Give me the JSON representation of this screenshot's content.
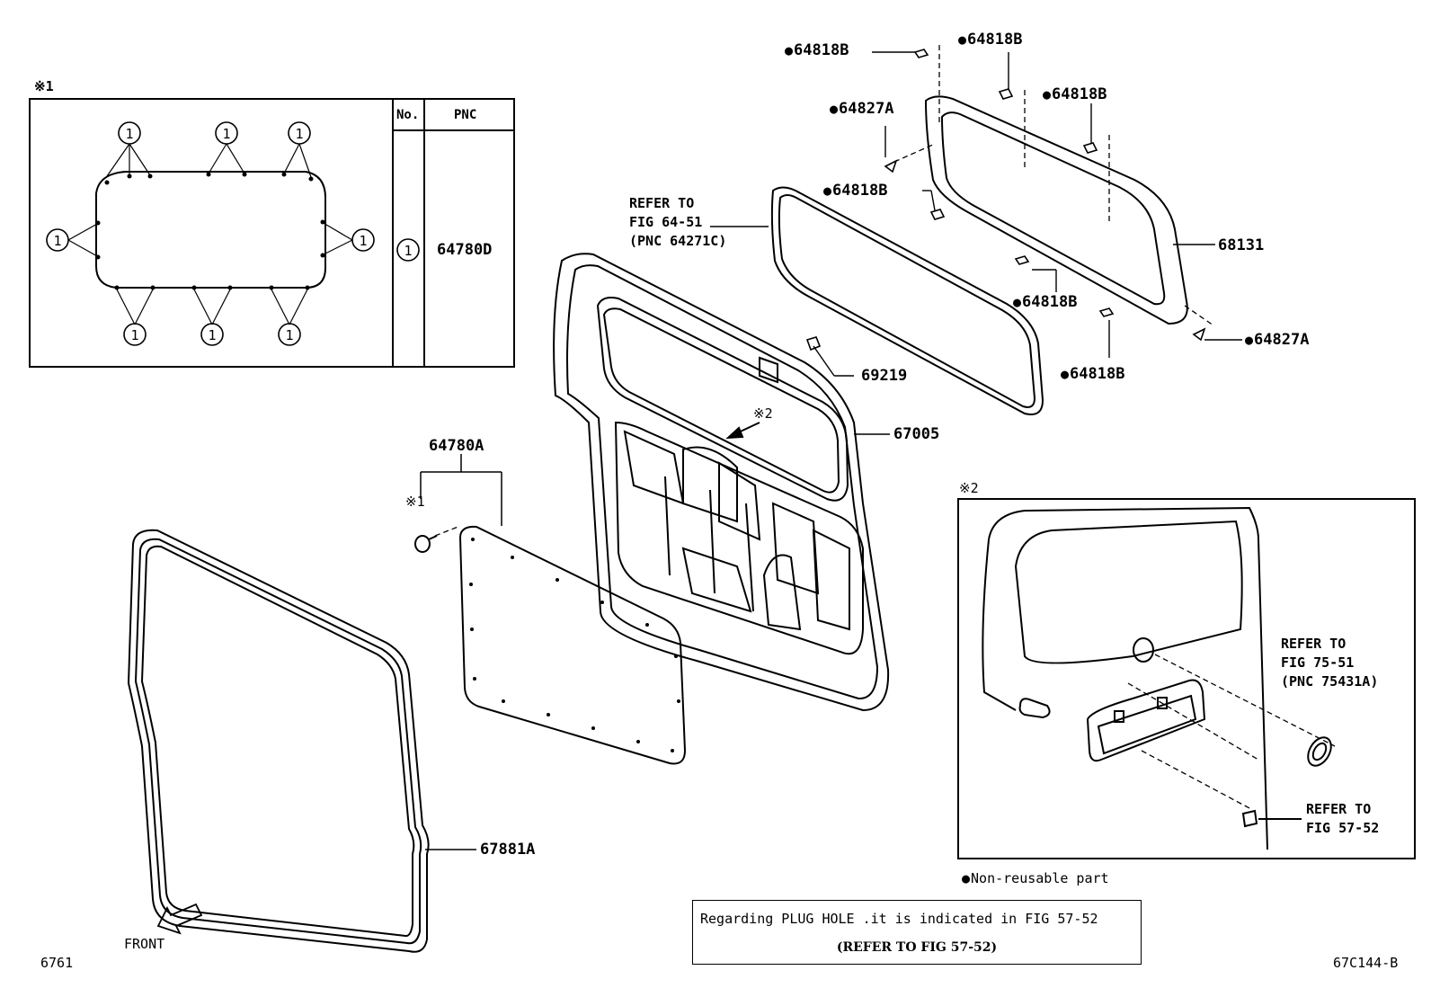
{
  "inset1": {
    "mark": "※1",
    "table": {
      "col_no": "No.",
      "col_pnc": "PNC",
      "row_no": "①",
      "row_pnc": "64780D"
    },
    "callout": "①"
  },
  "inset2": {
    "mark": "※2"
  },
  "parts": {
    "p64818B_a": "64818B",
    "p64818B_b": "64818B",
    "p64818B_c": "64818B",
    "p64818B_d": "64818B",
    "p64818B_e": "64818B",
    "p64818B_f": "64818B",
    "p64827A_a": "64827A",
    "p64827A_b": "64827A",
    "p68131": "68131",
    "p69219": "69219",
    "p67005": "67005",
    "p64780A": "64780A",
    "p67881A": "67881A"
  },
  "refs": {
    "glass": {
      "l1": "REFER TO",
      "l2": "FIG 64-51",
      "l3": "(PNC 64271C)"
    },
    "emblem": {
      "l1": "REFER TO",
      "l2": "FIG 75-51",
      "l3": "(PNC 75431A)"
    },
    "plug": {
      "l1": "REFER TO",
      "l2": "FIG 57-52"
    }
  },
  "marks": {
    "m1_left": "※1",
    "m2_door": "※2"
  },
  "legend": {
    "non_reusable": "Non-reusable part"
  },
  "note": {
    "line1": "Regarding PLUG HOLE .it is indicated in FIG 57-52",
    "line2": "(REFER TO FIG 57-52)"
  },
  "front_label": "FRONT",
  "fig_left": "6761",
  "fig_right": "67C144-B"
}
